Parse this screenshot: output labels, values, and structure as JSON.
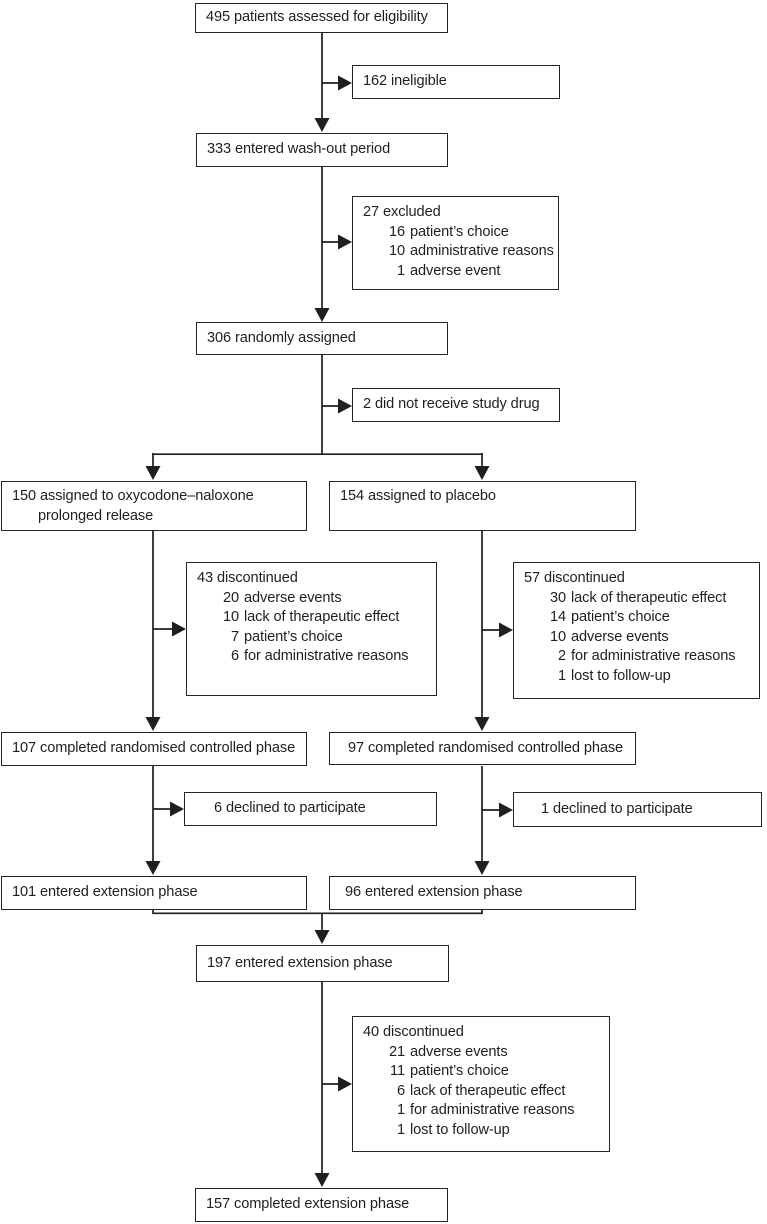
{
  "styles": {
    "line_color": "#1f1f1f",
    "text_color": "#211e1e",
    "box_background": "#ffffff",
    "page_background": "#ffffff"
  },
  "flowchart": {
    "assessed": {
      "text": "495 patients assessed for eligibility"
    },
    "ineligible": {
      "text": "162 ineligible"
    },
    "washout": {
      "text": "333 entered wash-out period"
    },
    "excluded": {
      "title": "27 excluded",
      "items": [
        {
          "num": "16",
          "text": "patient’s choice"
        },
        {
          "num": "10",
          "text": "administrative reasons"
        },
        {
          "num": "1",
          "text": "adverse event"
        }
      ]
    },
    "randomised": {
      "text": "306 randomly assigned"
    },
    "no_drug": {
      "text": "2 did not receive study drug"
    },
    "oxycodone_arm": {
      "line1": "150 assigned to oxycodone–naloxone",
      "line2": "prolonged release"
    },
    "placebo_arm": {
      "text": "154 assigned to placebo"
    },
    "oxy_discontinued": {
      "title": "43 discontinued",
      "items": [
        {
          "num": "20",
          "text": "adverse events"
        },
        {
          "num": "10",
          "text": "lack of therapeutic effect"
        },
        {
          "num": "7",
          "text": "patient’s choice"
        },
        {
          "num": "6",
          "text": "for administrative reasons"
        }
      ]
    },
    "placebo_discontinued": {
      "title": "57 discontinued",
      "items": [
        {
          "num": "30",
          "text": "lack of therapeutic effect"
        },
        {
          "num": "14",
          "text": "patient’s choice"
        },
        {
          "num": "10",
          "text": "adverse events"
        },
        {
          "num": "2",
          "text": "for administrative reasons"
        },
        {
          "num": "1",
          "text": "lost to follow-up"
        }
      ]
    },
    "oxy_completed_rct": {
      "text": "107 completed randomised controlled phase"
    },
    "placebo_completed_rct": {
      "text": "97 completed randomised controlled phase"
    },
    "oxy_declined": {
      "text": "6 declined to participate"
    },
    "placebo_declined": {
      "text": "1 declined to participate"
    },
    "oxy_extension": {
      "text": "101 entered extension phase"
    },
    "placebo_extension": {
      "text": "96 entered extension phase"
    },
    "extension_combined": {
      "text": "197 entered extension phase"
    },
    "extension_discontinued": {
      "title": "40 discontinued",
      "items": [
        {
          "num": "21",
          "text": "adverse events"
        },
        {
          "num": "11",
          "text": "patient’s choice"
        },
        {
          "num": "6",
          "text": "lack of therapeutic effect"
        },
        {
          "num": "1",
          "text": "for administrative reasons"
        },
        {
          "num": "1",
          "text": "lost to follow-up"
        }
      ]
    },
    "extension_completed": {
      "text": "157 completed extension phase"
    }
  }
}
